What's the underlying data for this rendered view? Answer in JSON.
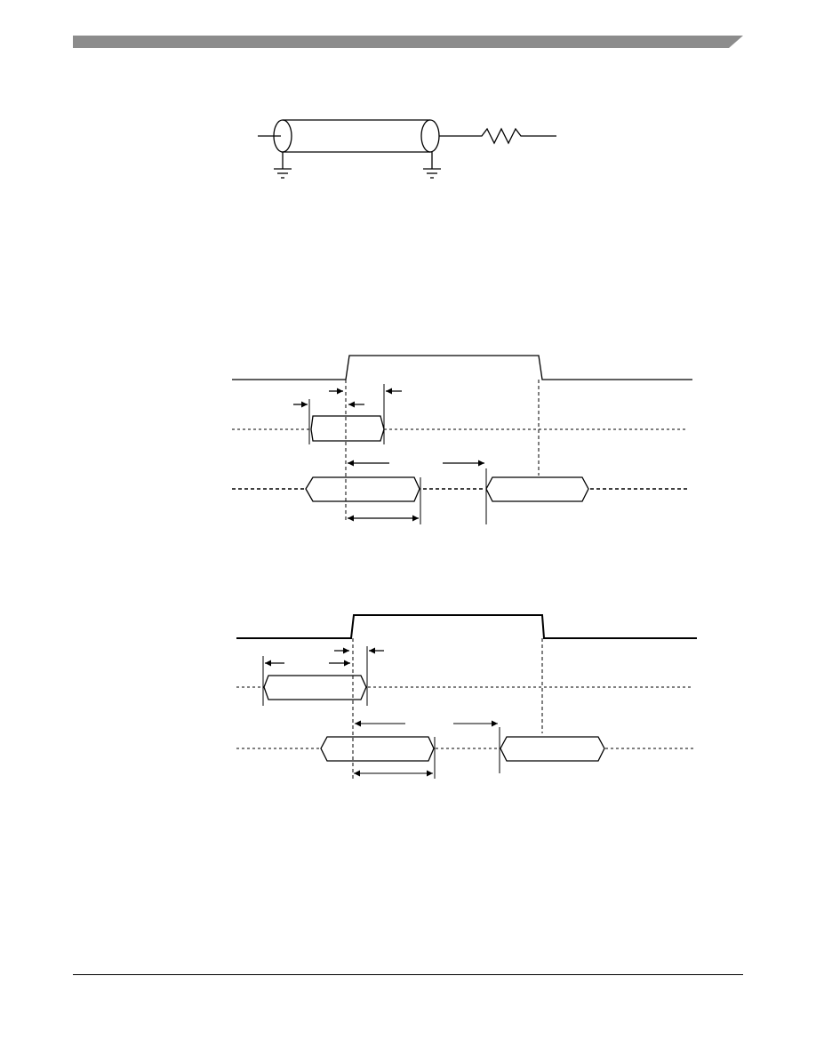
{
  "colors": {
    "header_bar": "#8c8c8c",
    "ink": "#000000",
    "paper": "#ffffff"
  },
  "figures": {
    "transmission_line": {
      "parts": [
        "coaxial-cable",
        "ground-symbol-left",
        "ground-symbol-right",
        "load-resistor"
      ]
    },
    "timing_diagram_1": {
      "signals": [
        "clock",
        "input",
        "output"
      ],
      "text": []
    },
    "timing_diagram_2": {
      "signals": [
        "clock",
        "input",
        "output"
      ],
      "text": []
    }
  }
}
